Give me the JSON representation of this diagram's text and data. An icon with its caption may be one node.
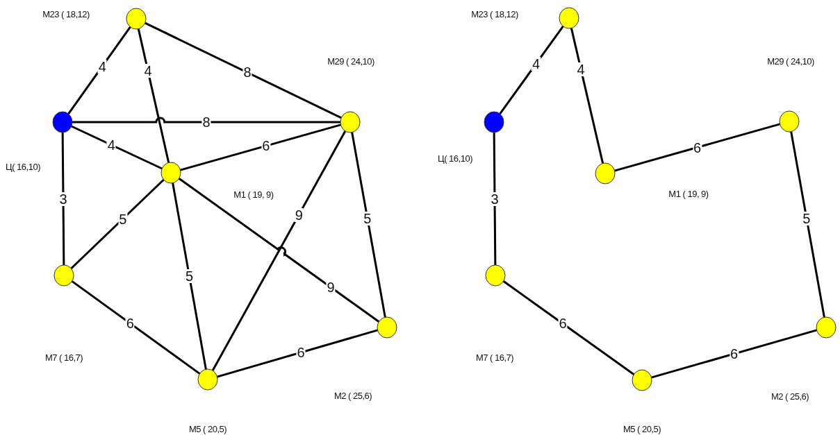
{
  "diagram": {
    "nodes": [
      {
        "text": [],
        "shape": "circle"
      },
      {
        "text": [],
        "shape": "circle"
      },
      {
        "text": [],
        "shape": "circle"
      },
      {
        "text": [],
        "shape": "circle"
      },
      {
        "text": [],
        "shape": "circle"
      },
      {
        "text": [],
        "shape": "circle"
      },
      {
        "text": [],
        "shape": "circle"
      },
      {
        "text": [],
        "shape": "circle"
      },
      {
        "text": [],
        "shape": "circle"
      },
      {
        "text": [],
        "shape": "circle"
      },
      {
        "text": [],
        "shape": "circle"
      },
      {
        "text": [],
        "shape": "circle"
      },
      {
        "text": [],
        "shape": "circle"
      },
      {
        "text": [],
        "shape": "circle"
      }
    ],
    "edges": [
      {
        "from": 1,
        "to": 0,
        "arrow": "none",
        "label": "4"
      },
      {
        "from": 0,
        "to": 3,
        "arrow": "none",
        "label": "4"
      },
      {
        "from": 0,
        "to": 2,
        "arrow": "none",
        "label": "8"
      },
      {
        "from": 1,
        "to": 2,
        "arrow": "none",
        "label": "8"
      },
      {
        "from": 1,
        "to": 3,
        "arrow": "none",
        "label": "4"
      },
      {
        "from": 3,
        "to": 2,
        "arrow": "none",
        "label": "6"
      },
      {
        "from": 1,
        "to": 4,
        "arrow": "none",
        "label": "3"
      },
      {
        "from": 3,
        "to": 4,
        "arrow": "none",
        "label": "5"
      },
      {
        "from": 3,
        "to": 6,
        "arrow": "none",
        "label": "5"
      },
      {
        "from": 3,
        "to": 5,
        "arrow": "none",
        "label": "9"
      },
      {
        "from": 2,
        "to": 6,
        "arrow": "none",
        "label": "9"
      },
      {
        "from": 2,
        "to": 5,
        "arrow": "none",
        "label": "5"
      },
      {
        "from": 4,
        "to": 6,
        "arrow": "none",
        "label": "6"
      },
      {
        "from": 6,
        "to": 5,
        "arrow": "none",
        "label": "6"
      },
      {
        "from": 8,
        "to": 7,
        "arrow": "none",
        "label": "4"
      },
      {
        "from": 7,
        "to": 10,
        "arrow": "none",
        "label": "4"
      },
      {
        "from": 10,
        "to": 9,
        "arrow": "none",
        "label": "6"
      },
      {
        "from": 9,
        "to": 12,
        "arrow": "none",
        "label": "5"
      },
      {
        "from": 12,
        "to": 13,
        "arrow": "none",
        "label": "6"
      },
      {
        "from": 13,
        "to": 11,
        "arrow": "none",
        "label": "6"
      },
      {
        "from": 11,
        "to": 8,
        "arrow": "none",
        "label": "3"
      }
    ],
    "labels": [
      "M23 ( 18,12)",
      "M23 ( 18,12)",
      "M29 ( 24,10)",
      "M29 ( 24,10)",
      "Ц( 16,10)",
      "Ц( 16,10)",
      "M1 ( 19, 9)",
      "M1 ( 19, 9)",
      "M7 ( 16,7)",
      "M7 ( 16,7)",
      "M2 ( 25,6)",
      "M2 ( 25,6)",
      "M5 ( 20,5)",
      "M5 ( 20,5)"
    ]
  }
}
